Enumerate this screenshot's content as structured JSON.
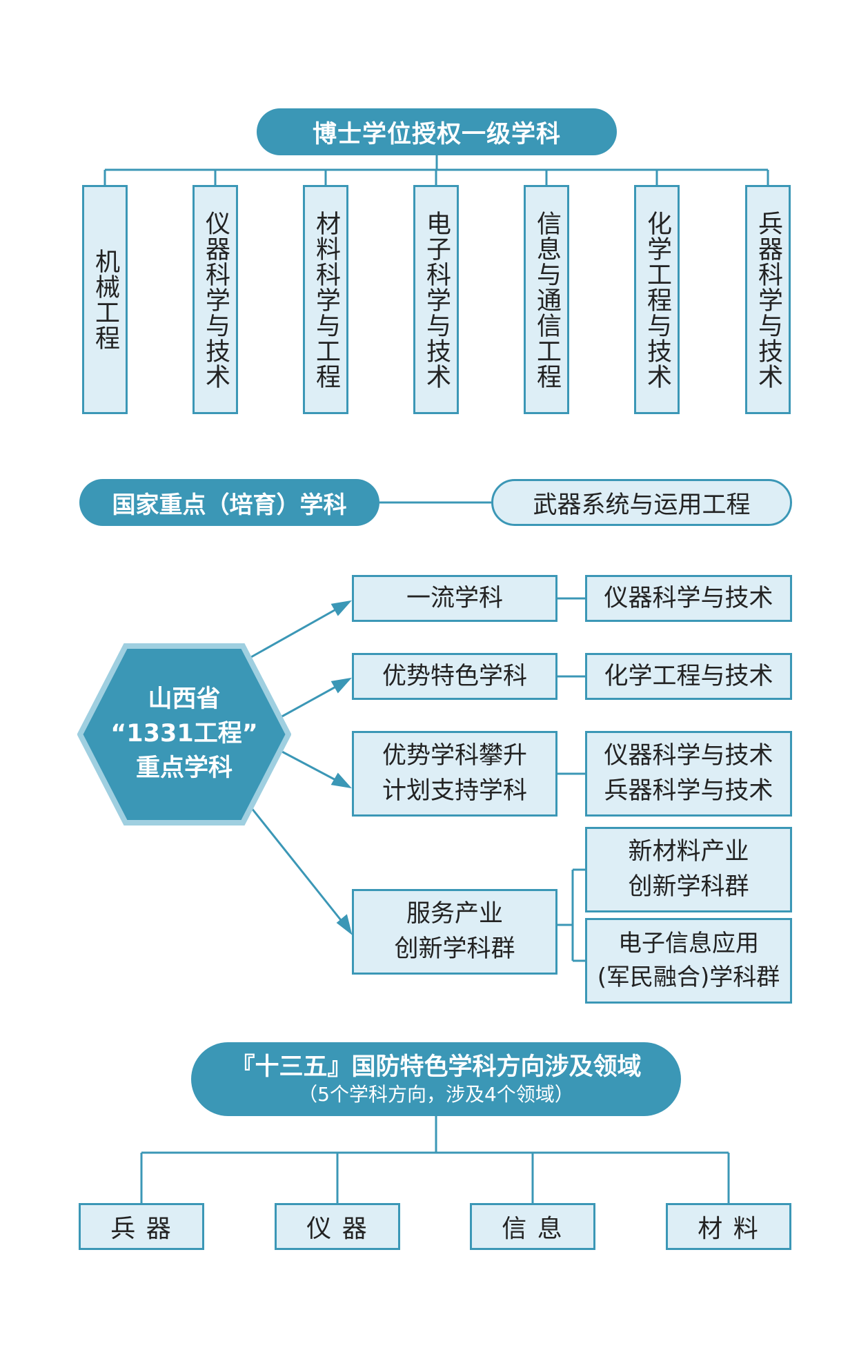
{
  "doctoral": {
    "title": "博士学位授权一级学科",
    "disciplines": [
      "机械工程",
      "仪器科学与技术",
      "材料科学与工程",
      "电子科学与技术",
      "信息与通信工程",
      "化学工程与技术",
      "兵器科学与技术"
    ]
  },
  "national": {
    "title": "国家重点（培育）学科",
    "subject": "武器系统与运用工程"
  },
  "province": {
    "hex_line1": "山西省",
    "hex_line2": "“1331工程”",
    "hex_line3": "重点学科",
    "categories": [
      {
        "lines": [
          "一流学科"
        ],
        "subjects": [
          [
            "仪器科学与技术"
          ]
        ]
      },
      {
        "lines": [
          "优势特色学科"
        ],
        "subjects": [
          [
            "化学工程与技术"
          ]
        ]
      },
      {
        "lines": [
          "优势学科攀升",
          "计划支持学科"
        ],
        "subjects": [
          [
            "仪器科学与技术",
            "兵器科学与技术"
          ]
        ]
      },
      {
        "lines": [
          "服务产业",
          "创新学科群"
        ],
        "subjects": [
          [
            "新材料产业",
            "创新学科群"
          ],
          [
            "电子信息应用",
            "(军民融合)学科群"
          ]
        ]
      }
    ]
  },
  "defense": {
    "title": "『十三五』国防特色学科方向涉及领域",
    "subtitle": "（5个学科方向，涉及4个领域）",
    "fields": [
      "兵 器",
      "仪 器",
      "信 息",
      "材 料"
    ]
  },
  "colors": {
    "primary": "#3b97b6",
    "box_fill": "#ddeef6",
    "hex_border": "#9fcfe0"
  }
}
